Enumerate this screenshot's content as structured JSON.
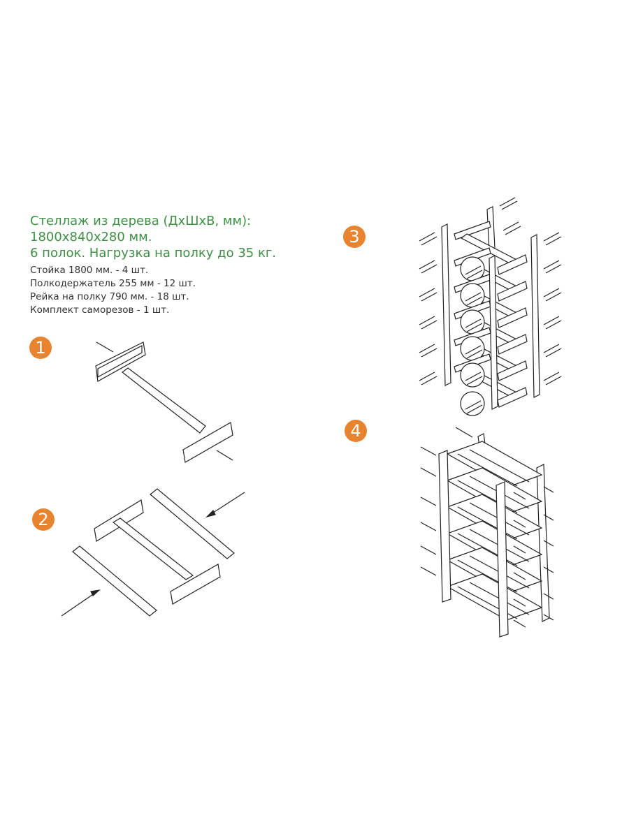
{
  "header": {
    "title_lines": [
      "Стеллаж из дерева  (ДхШхВ, мм):",
      "1800x840x280 мм.",
      "6 полок. Нагрузка на полку до 35 кг."
    ]
  },
  "parts": [
    "Стойка 1800 мм.  - 4 шт.",
    "Полкодержатель 255 мм - 12 шт.",
    "Рейка на полку 790 мм.  - 18 шт.",
    "Комплект саморезов - 1 шт."
  ],
  "steps": [
    "1",
    "2",
    "3",
    "4"
  ],
  "colors": {
    "title": "#3f8f45",
    "badge": "#e8832f"
  }
}
